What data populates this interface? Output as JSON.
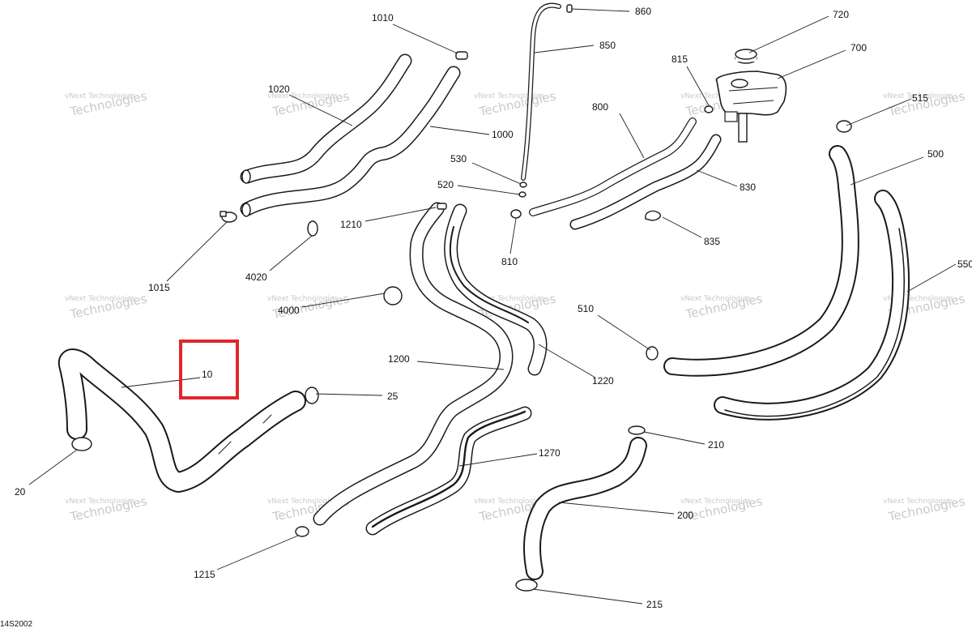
{
  "diagram": {
    "doc_code": "14S2002",
    "watermark": {
      "line1": "vNext",
      "line2": "Technologies"
    },
    "highlighted_part": "10",
    "parts": [
      {
        "id": "p10",
        "label": "10"
      },
      {
        "id": "p20",
        "label": "20"
      },
      {
        "id": "p25",
        "label": "25"
      },
      {
        "id": "p200",
        "label": "200"
      },
      {
        "id": "p210",
        "label": "210"
      },
      {
        "id": "p215",
        "label": "215"
      },
      {
        "id": "p500",
        "label": "500"
      },
      {
        "id": "p510",
        "label": "510"
      },
      {
        "id": "p515",
        "label": "515"
      },
      {
        "id": "p520",
        "label": "520"
      },
      {
        "id": "p530",
        "label": "530"
      },
      {
        "id": "p550",
        "label": "550"
      },
      {
        "id": "p700",
        "label": "700"
      },
      {
        "id": "p720",
        "label": "720"
      },
      {
        "id": "p800",
        "label": "800"
      },
      {
        "id": "p810",
        "label": "810"
      },
      {
        "id": "p815",
        "label": "815"
      },
      {
        "id": "p830",
        "label": "830"
      },
      {
        "id": "p835",
        "label": "835"
      },
      {
        "id": "p850",
        "label": "850"
      },
      {
        "id": "p860",
        "label": "860"
      },
      {
        "id": "p1000",
        "label": "1000"
      },
      {
        "id": "p1010",
        "label": "1010"
      },
      {
        "id": "p1015",
        "label": "1015"
      },
      {
        "id": "p1020",
        "label": "1020"
      },
      {
        "id": "p1200",
        "label": "1200"
      },
      {
        "id": "p1210",
        "label": "1210"
      },
      {
        "id": "p1215",
        "label": "1215"
      },
      {
        "id": "p1220",
        "label": "1220"
      },
      {
        "id": "p1270",
        "label": "1270"
      },
      {
        "id": "p4000",
        "label": "4000"
      },
      {
        "id": "p4020",
        "label": "4020"
      }
    ]
  },
  "colors": {
    "line": "#1a1a1a",
    "highlight": "#e0262b",
    "watermark": "#c9c9c9"
  }
}
